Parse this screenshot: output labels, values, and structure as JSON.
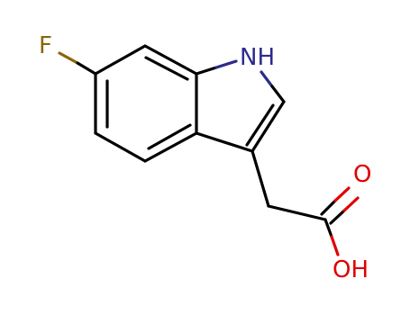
{
  "atoms": {
    "fluorine": "F",
    "indole_nitrogen": "NH",
    "carbonyl_oxygen": "O",
    "hydroxyl": "OH"
  },
  "colors": {
    "bond": "#000000",
    "fluorine": "#8B6508",
    "nitrogen": "#2E2A8C",
    "oxygen": "#E00000",
    "background": "#ffffff"
  }
}
